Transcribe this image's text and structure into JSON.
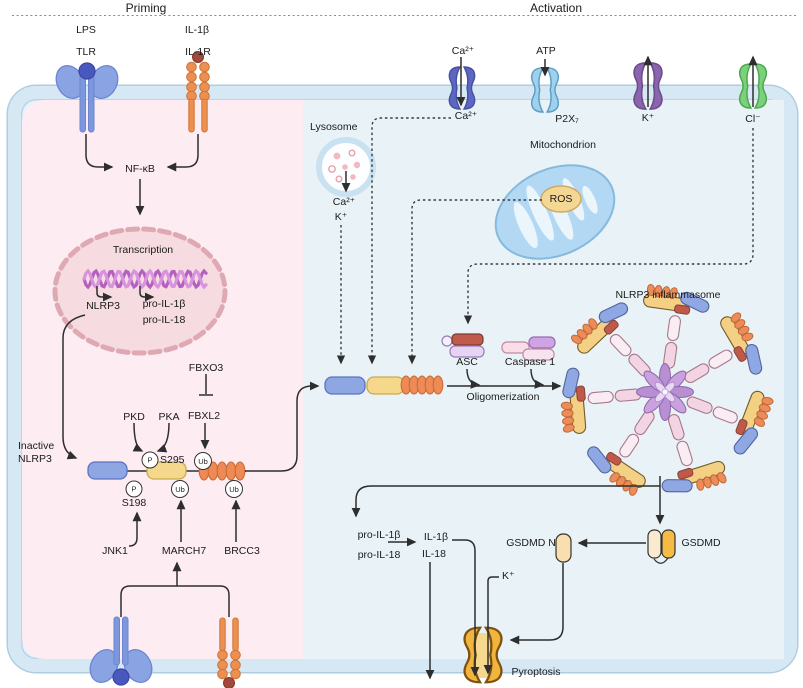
{
  "sections": {
    "priming": "Priming",
    "activation": "Activation"
  },
  "labels": {
    "lps": "LPS",
    "tlr": "TLR",
    "il1b_ligand": "IL-1β",
    "il1r": "IL-1R",
    "nfkb": "NF-κB",
    "transcription": "Transcription",
    "nlrp3_gene": "NLRP3",
    "pro_il1b_gene": "pro-IL-1β",
    "pro_il18_gene": "pro-IL-18",
    "inactive_nlrp3": "Inactive NLRP3",
    "fbxo3": "FBXO3",
    "fbxl2": "FBXL2",
    "pkd": "PKD",
    "pka": "PKA",
    "s295": "S295",
    "s198": "S198",
    "jnk1": "JNK1",
    "march7": "MARCH7",
    "brcc3": "BRCC3",
    "lysosome": "Lysosome",
    "mitochondrion": "Mitochondrion",
    "ros": "ROS",
    "ca2": "Ca²⁺",
    "k": "K⁺",
    "cl": "Cl⁻",
    "atp": "ATP",
    "p2x7": "P2X₇",
    "oligomerization": "Oligomerization",
    "asc": "ASC",
    "caspase1": "Caspase 1",
    "inflammasome": "NLRP3 inflammasome",
    "pro_il1b": "pro-IL-1β",
    "pro_il18": "pro-IL-18",
    "il1b": "IL-1β",
    "il18": "IL-18",
    "gsdmd_n": "GSDMD N",
    "gsdmd": "GSDMD",
    "pyroptosis": "Pyroptosis"
  },
  "badges": {
    "p": "P",
    "ub": "Ub"
  },
  "colors": {
    "priming_bg": "#fdedf3",
    "activation_bg": "#e9f3f7",
    "membrane": "#d6e8f4",
    "membrane_line": "#aecde1",
    "tlr_blue": "#8aa3e2",
    "il1r_orange": "#ec9052",
    "nucleus_fill": "#f6dbe0",
    "nucleus_dash": "#dfa9b4",
    "dna_purple": "#b55fc0",
    "nlrp3_pyd_blue": "#8ea6e2",
    "nlrp3_nacht_yellow": "#f6d88c",
    "nlrp3_lrr_orange": "#ed8a56",
    "ca_channel": "#5b67c3",
    "p2x7_channel": "#9fd0ec",
    "k_channel": "#8a64ad",
    "cl_channel": "#7bd07b",
    "mito_fill": "#b2d8f3",
    "ros_fill": "#f4d795",
    "asc_red": "#c05a4a",
    "asc_lavender": "#e6d4f2",
    "caspase_pink": "#fadde7",
    "caspase_purple": "#cfa4e4",
    "gsdmd_light": "#f9ead0",
    "gsdmd_dark": "#f5bb45",
    "pore_gold": "#f1b43c",
    "arrow": "#2e2e2e"
  }
}
